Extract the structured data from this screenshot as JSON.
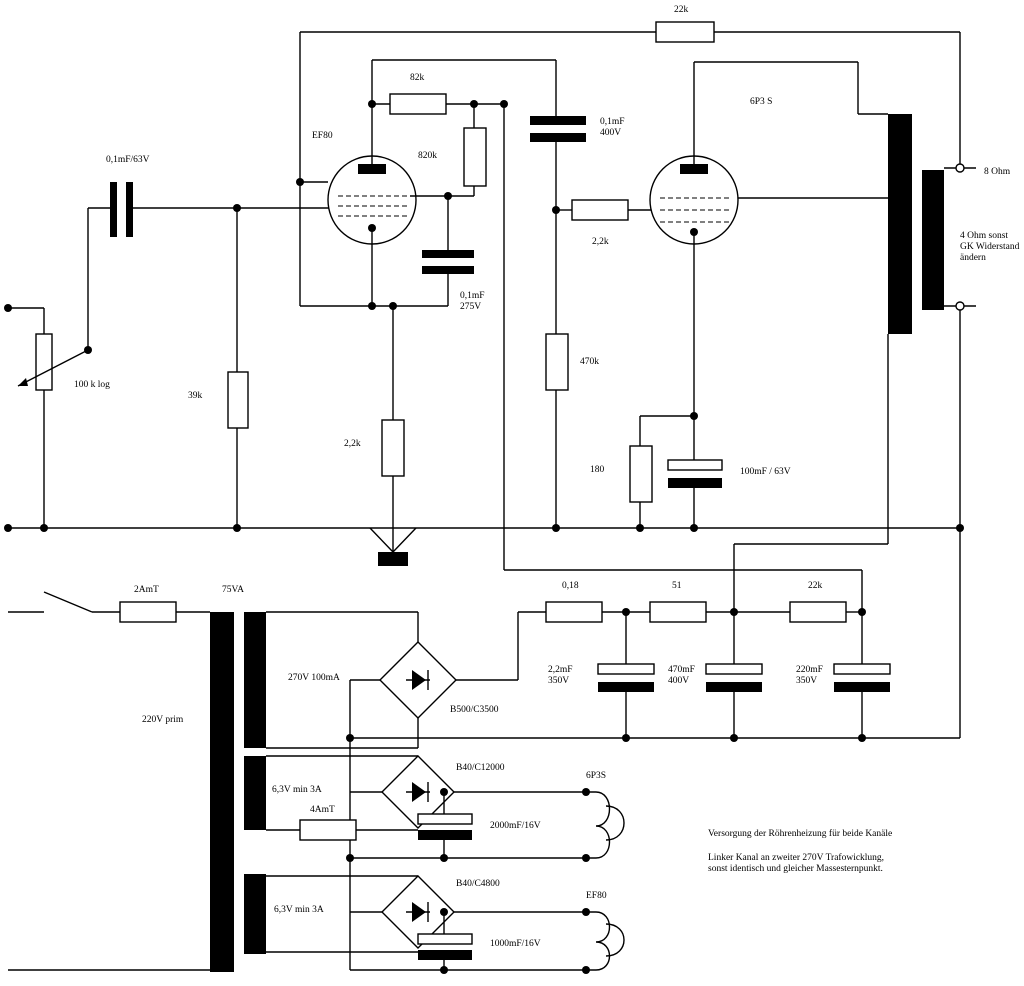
{
  "labels": {
    "r_feedback": "22k",
    "r_82k": "82k",
    "tube1": "EF80",
    "r_820k": "820k",
    "c_coupling2": "0,1mF\n400V",
    "tube2": "6P3 S",
    "out_8ohm": "8 Ohm",
    "out_note": "4 Ohm sonst\nGK Widerstand\nändern",
    "c_input": "0,1mF/63V",
    "r_grid2": "2,2k",
    "c_screen": "0,1mF\n275V",
    "pot": "100 k log",
    "r_39k": "39k",
    "r_470k": "470k",
    "r_cathode1": "2,2k",
    "r_180": "180",
    "c_cathode2": "100mF / 63V",
    "fuse1": "2AmT",
    "trafo": "75VA",
    "r_018": "0,18",
    "r_51": "51",
    "r_22k_psu": "22k",
    "sec_hv": "270V 100mA",
    "primary": "220V prim",
    "bridge1": "B500/C3500",
    "c_22": "2,2mF\n350V",
    "c_470": "470mF\n400V",
    "c_220": "220mF\n350V",
    "sec_63a": "6,3V min 3A",
    "bridge2": "B40/C12000",
    "heater1": "6P3S",
    "fuse2": "4AmT",
    "c_2000": "2000mF/16V",
    "sec_63b": "6,3V min 3A",
    "bridge3": "B40/C4800",
    "heater2": "EF80",
    "c_1000": "1000mF/16V",
    "note_heating": "Versorgung der Röhrenheizung für beide Kanäle",
    "note_left": "Linker Kanal an zweiter 270V Trafowicklung,\nsonst identisch und gleicher Massesternpunkt."
  }
}
